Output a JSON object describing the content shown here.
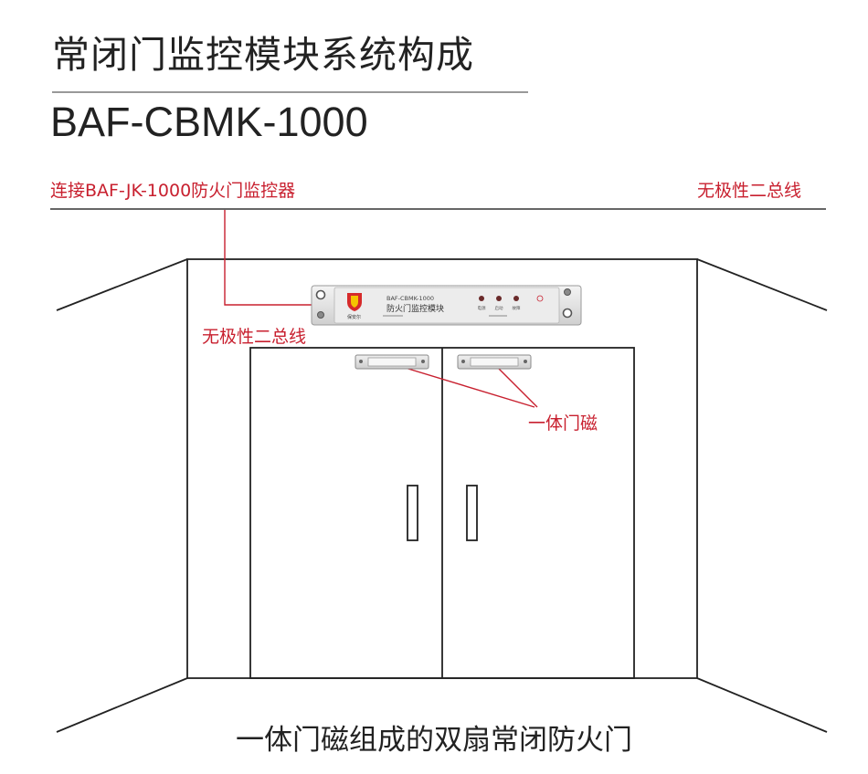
{
  "header": {
    "title": "常闭门监控模块系统构成",
    "model": "BAF-CBMK-1000"
  },
  "labels": {
    "link_label": "连接BAF-JK-1000防火门监控器",
    "bus_right": "无极性二总线",
    "bus_module": "无极性二总线",
    "sensor": "一体门磁",
    "caption": "一体门磁组成的双扇常闭防火门"
  },
  "module": {
    "logo_text": "保安尔",
    "model_text": "BAF-CBMK-1000",
    "name_text": "防火门监控模块",
    "indicators": [
      "电源",
      "启动",
      "故障"
    ]
  },
  "colors": {
    "accent": "#c8202f",
    "line": "#222222"
  }
}
